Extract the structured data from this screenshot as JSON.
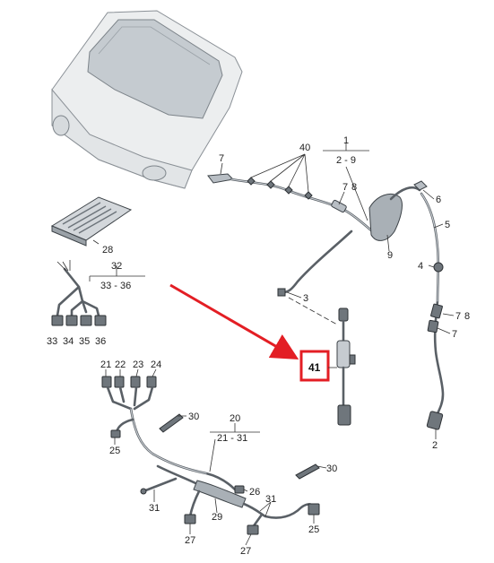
{
  "callouts": {
    "c40": "40",
    "c1": "1",
    "c1_range": "2 - 9",
    "c7a": "7",
    "c7b": "7",
    "c8a": "8",
    "c6": "6",
    "c5": "5",
    "c4": "4",
    "c7c": "7",
    "c8b": "8",
    "c7d": "7",
    "c9": "9",
    "c3": "3",
    "c2": "2",
    "c28": "28",
    "c32": "32",
    "c32_range": "33 - 36",
    "c33": "33",
    "c34": "34",
    "c35": "35",
    "c36": "36",
    "c41": "41",
    "c21": "21",
    "c22": "22",
    "c23": "23",
    "c24": "24",
    "c30a": "30",
    "c20": "20",
    "c20_range": "21 - 31",
    "c25a": "25",
    "c26": "26",
    "c31a": "31",
    "c29": "29",
    "c31b": "31",
    "c27a": "27",
    "c27b": "27",
    "c30b": "30",
    "c25b": "25"
  },
  "colors": {
    "highlight": "#e31e24",
    "arrow": "#e31e24"
  }
}
